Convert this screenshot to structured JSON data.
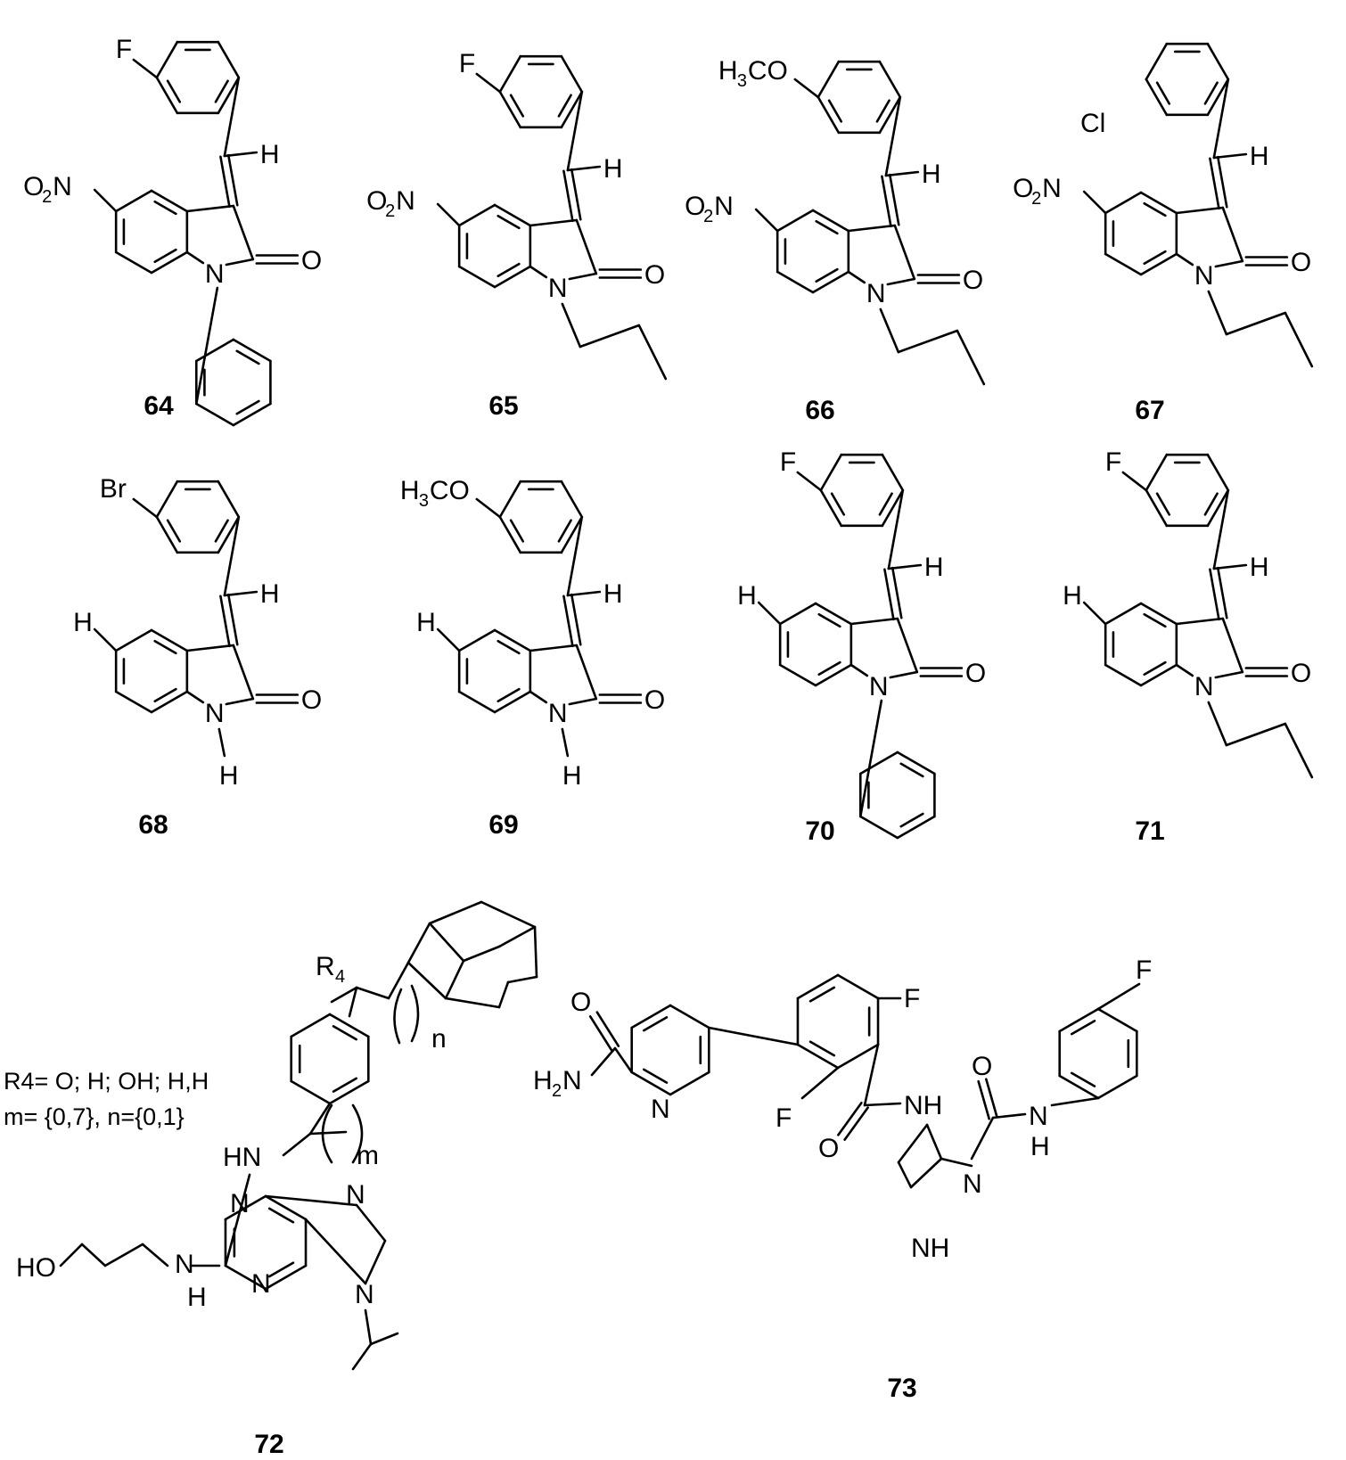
{
  "atoms": {
    "F": "F",
    "H": "H",
    "O": "O",
    "N": "N",
    "Br": "Br",
    "Cl": "Cl",
    "nitro_left": "O",
    "nitro_sub": "2",
    "nitro_right": "N",
    "methoxy_left": "H",
    "methoxy_sub": "3",
    "methoxy_right": "CO",
    "NH": "NH",
    "HN": "HN",
    "HO": "HO",
    "H2N_left": "H",
    "H2N_sub": "2",
    "H2N_right": "N",
    "R": "R",
    "R_sub": "4",
    "m": "m",
    "n": "n"
  },
  "compounds": [
    {
      "id": "64"
    },
    {
      "id": "65"
    },
    {
      "id": "66"
    },
    {
      "id": "67"
    },
    {
      "id": "68"
    },
    {
      "id": "69"
    },
    {
      "id": "70"
    },
    {
      "id": "71"
    },
    {
      "id": "72"
    },
    {
      "id": "73"
    }
  ],
  "notes": {
    "r4": "R4= O; H; OH; H,H",
    "mn": "m= {0,7}, n={0,1}"
  }
}
